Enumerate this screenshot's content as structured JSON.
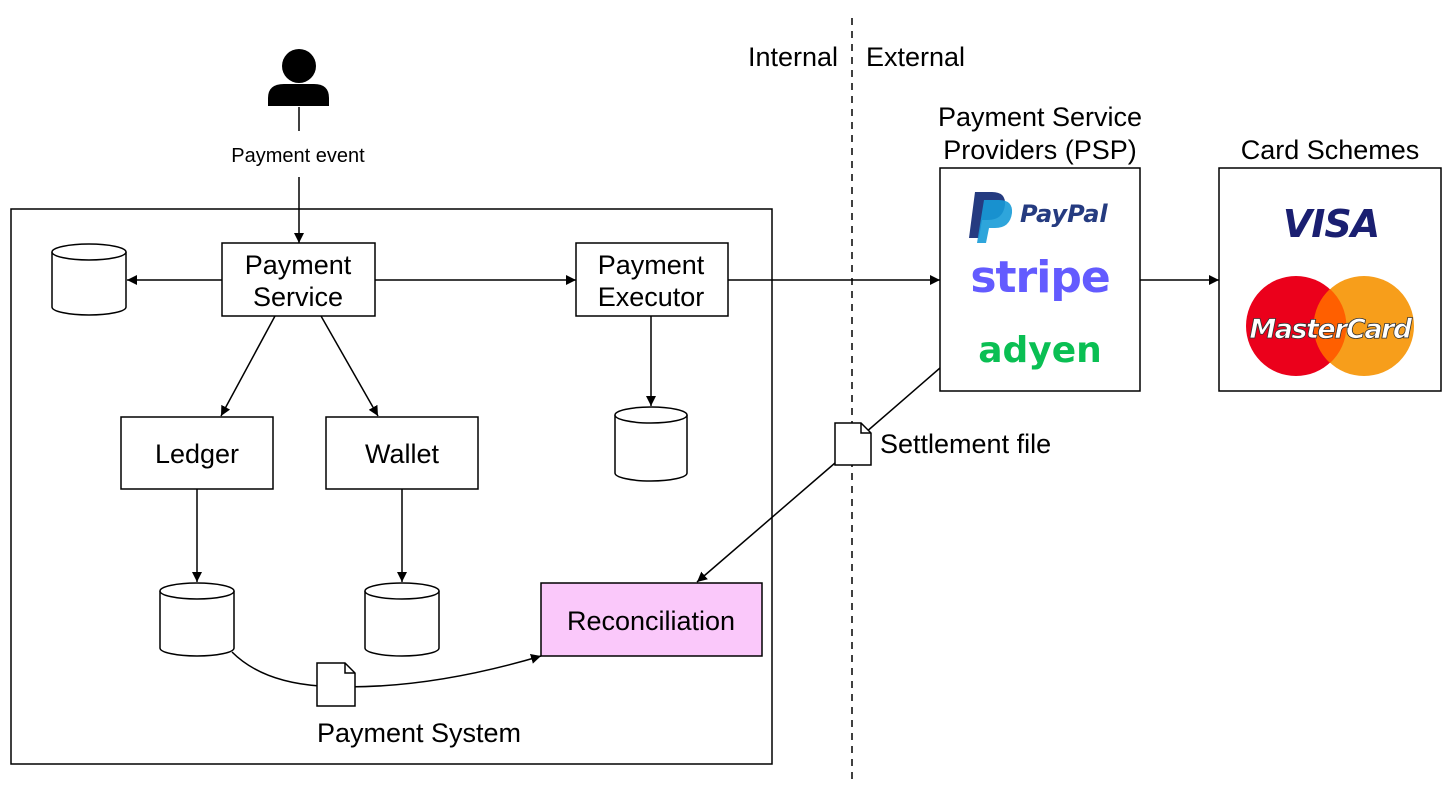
{
  "zone_labels": {
    "internal": "Internal",
    "external": "External"
  },
  "user": {
    "event_label": "Payment event"
  },
  "payment_system": {
    "title": "Payment System",
    "payment_service": [
      "Payment",
      "Service"
    ],
    "payment_executor": [
      "Payment",
      "Executor"
    ],
    "ledger": "Ledger",
    "wallet": "Wallet",
    "reconciliation": "Reconciliation"
  },
  "settlement": {
    "label": "Settlement file"
  },
  "psp": {
    "title": [
      "Payment Service",
      "Providers (PSP)"
    ],
    "paypal": "PayPal",
    "stripe": "stripe",
    "adyen": "adyen"
  },
  "card_schemes": {
    "title": "Card Schemes",
    "visa": "VISA",
    "mastercard": "MasterCard"
  },
  "colors": {
    "reconciliation_fill": "#fac8fa",
    "paypal_dark": "#253b80",
    "paypal_light": "#179bd7",
    "stripe": "#635bff",
    "adyen": "#0abf53",
    "visa": "#1a1f71",
    "mc_red": "#eb001b",
    "mc_orange": "#f79e1b"
  }
}
